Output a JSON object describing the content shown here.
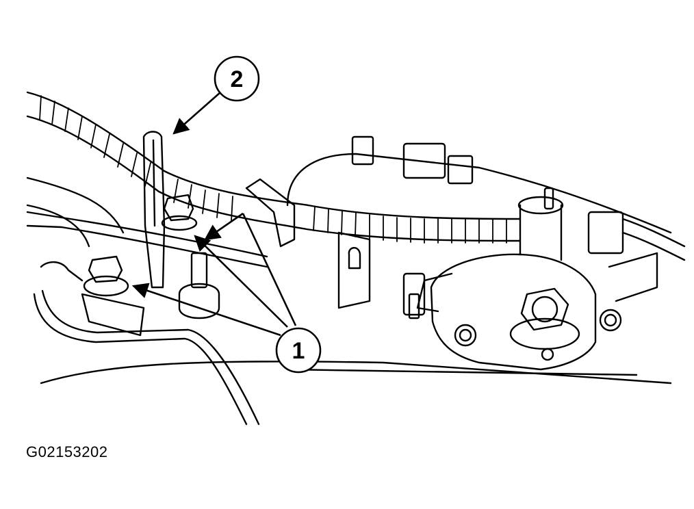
{
  "figure_id": "G02153202",
  "callouts": [
    {
      "label": "2"
    },
    {
      "label": "1"
    }
  ],
  "colors": {
    "ink": "#000000",
    "paper": "#ffffff"
  }
}
